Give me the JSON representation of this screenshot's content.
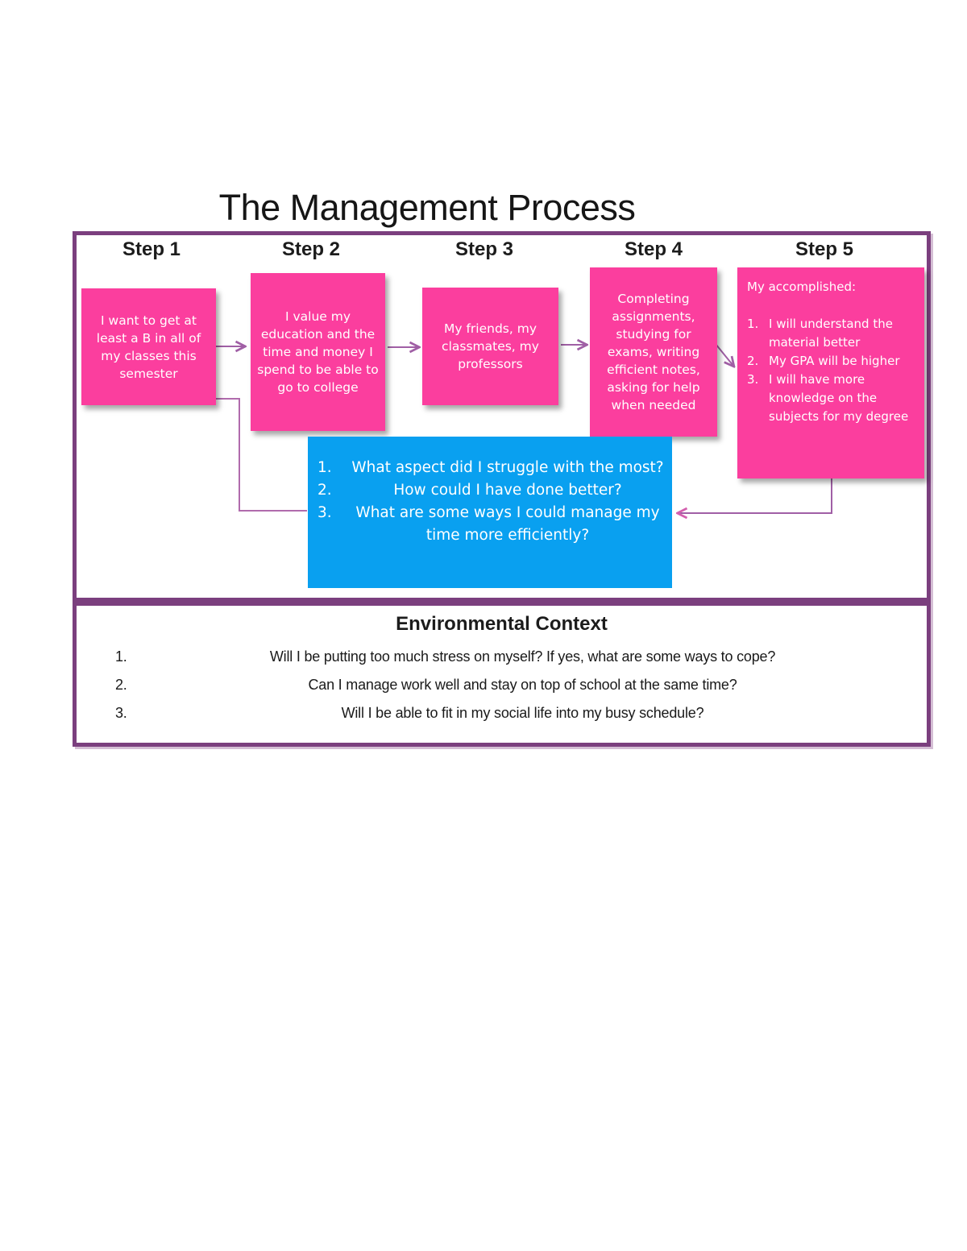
{
  "title": "The Management Process",
  "steps": [
    {
      "label": "Step 1",
      "text": "I want to get at least a B in all of my classes this semester"
    },
    {
      "label": "Step 2",
      "text": "I value my education and the time and money I spend to be able to go to college"
    },
    {
      "label": "Step 3",
      "text": "My friends, my classmates, my professors"
    },
    {
      "label": "Step 4",
      "text": "Completing assignments, studying for exams, writing efficient notes, asking for help when needed"
    },
    {
      "label": "Step 5",
      "heading": "My accomplished:",
      "items": [
        {
          "num": "1.",
          "text": "I will understand the material better"
        },
        {
          "num": "2.",
          "text": "My GPA will be higher"
        },
        {
          "num": "3.",
          "text": "I will have more knowledge on the subjects for my degree"
        }
      ]
    }
  ],
  "review_box": {
    "items": [
      {
        "num": "1.",
        "text": "What aspect did I struggle with the most?"
      },
      {
        "num": "2.",
        "text": "How could I have done better?"
      },
      {
        "num": "3.",
        "text": "What are some ways I could manage my time more efficiently?"
      }
    ]
  },
  "environmental_context": {
    "heading": "Environmental Context",
    "items": [
      {
        "num": "1.",
        "text": "Will I be putting too much stress on myself? If yes, what are some ways to cope?"
      },
      {
        "num": "2.",
        "text": "Can I manage work well and stay on top of school at the same time?"
      },
      {
        "num": "3.",
        "text": "Will I be able to fit in my social life into my busy schedule?"
      }
    ]
  },
  "colors": {
    "pink": "#FB3E9E",
    "blue": "#09A0F0",
    "section_border": "#7B3F7E",
    "connector_purple": "#A05FA5",
    "connector_pink": "#D35FAE",
    "text_dark": "#1C1C1C",
    "box_text": "#FFFFFF"
  }
}
